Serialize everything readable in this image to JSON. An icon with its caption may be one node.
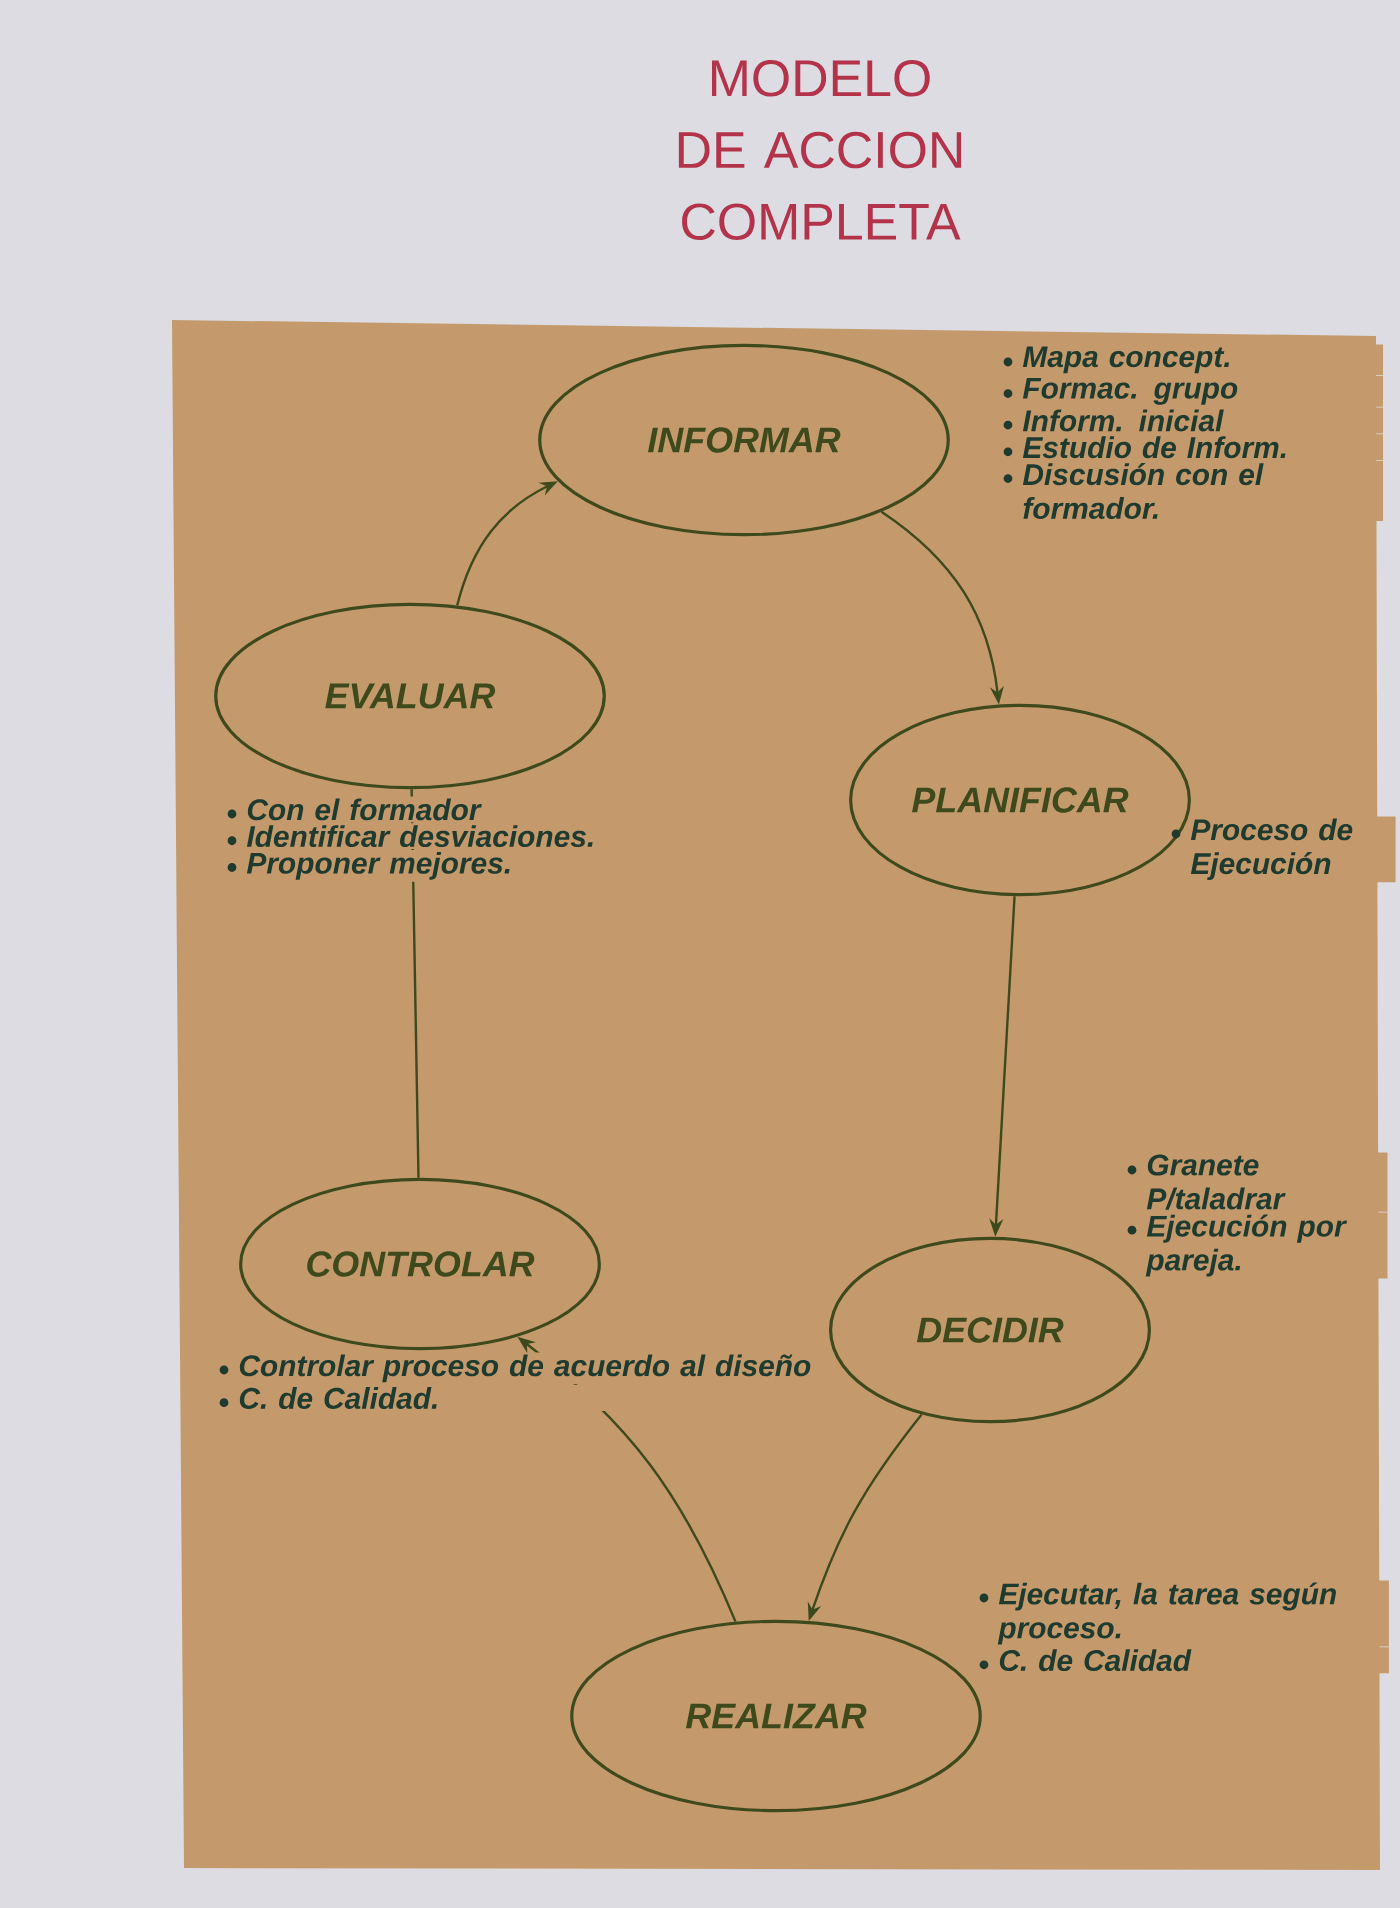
{
  "diagram": {
    "title": "MODELO DE ACCION COMPLETA",
    "nodes": [
      {
        "text": [
          "INFORMAR"
        ],
        "beside": [
          "Mapa concept.",
          "Formac. grupo",
          "Inform. inicial",
          "Estudio de Inform.",
          "Discusión con el formador."
        ]
      },
      {
        "text": [
          "EVALUAR"
        ],
        "beside": [
          "Con el formador",
          "Identificar desviaciones.",
          "Proponer mejores."
        ]
      },
      {
        "text": [
          "PLANIFICAR"
        ],
        "beside": [
          "Proceso de Ejecución"
        ]
      },
      {
        "text": [
          "CONTROLAR"
        ],
        "beside": [
          "Controlar proceso de acuerdo al diseño",
          "C. de Calidad."
        ]
      },
      {
        "text": [
          "DECIDIR"
        ],
        "beside": [
          "Granete P/taladrar",
          "Ejecución por pareja."
        ]
      },
      {
        "text": [
          "REALIZAR"
        ],
        "beside": [
          "Ejecutar, la tarea según proceso.",
          "C. de Calidad"
        ]
      }
    ],
    "edges": [
      {
        "from": 0,
        "to": 2,
        "arrow": "to"
      },
      {
        "from": 2,
        "to": 4,
        "arrow": "to"
      },
      {
        "from": 4,
        "to": 5,
        "arrow": "to"
      },
      {
        "from": 5,
        "to": 3,
        "arrow": "to"
      },
      {
        "from": 3,
        "to": 1,
        "arrow": "none"
      },
      {
        "from": 1,
        "to": 0,
        "arrow": "to"
      }
    ]
  }
}
